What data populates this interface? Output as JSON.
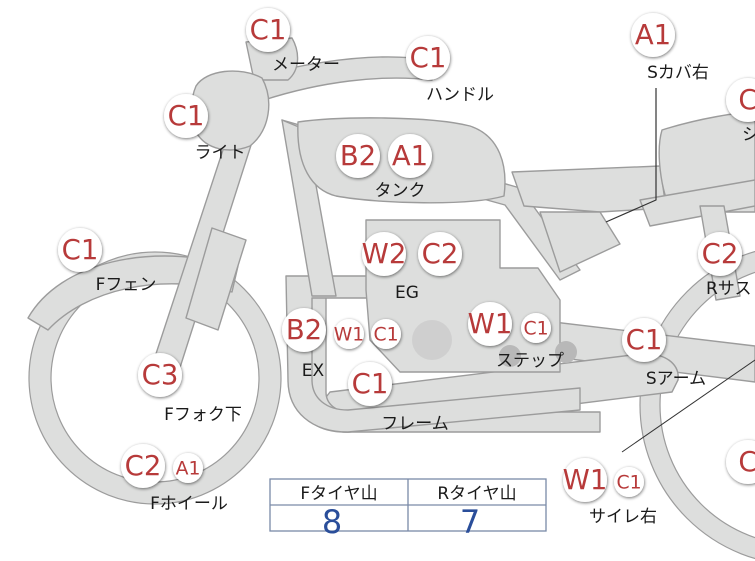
{
  "colors": {
    "part_fill": "#dddedd",
    "part_stroke": "#9c9c9c",
    "badge_text": "#b73a3a",
    "label_text": "#1a1a1a",
    "table_value": "#2a4e9a",
    "table_border": "#7a8aa8"
  },
  "parts": [
    {
      "id": "meter",
      "label": "メーター",
      "badges": [
        "C1"
      ]
    },
    {
      "id": "handle",
      "label": "ハンドル",
      "badges": [
        "C1"
      ]
    },
    {
      "id": "light",
      "label": "ライト",
      "badges": [
        "C1"
      ]
    },
    {
      "id": "tank",
      "label": "タンク",
      "badges": [
        "B2",
        "A1"
      ]
    },
    {
      "id": "s-cover-right",
      "label": "Sカバ右",
      "badges": [
        "A1"
      ]
    },
    {
      "id": "seat",
      "label": "シ",
      "badges": [
        "C"
      ]
    },
    {
      "id": "f-fender",
      "label": "Fフェン",
      "badges": [
        "C1"
      ]
    },
    {
      "id": "engine",
      "label": "EG",
      "badges": [
        "W2",
        "C2"
      ]
    },
    {
      "id": "r-suspension",
      "label": "Rサス",
      "badges": [
        "C2"
      ]
    },
    {
      "id": "exhaust",
      "label": "EX",
      "badges": [
        "B2",
        "W1",
        "C1"
      ]
    },
    {
      "id": "step",
      "label": "ステップ",
      "badges": [
        "W1",
        "C1"
      ]
    },
    {
      "id": "s-arm",
      "label": "Sアーム",
      "badges": [
        "C1"
      ]
    },
    {
      "id": "f-fork-lower",
      "label": "Fフォク下",
      "badges": [
        "C3"
      ]
    },
    {
      "id": "frame",
      "label": "フレーム",
      "badges": [
        "C1"
      ]
    },
    {
      "id": "f-wheel",
      "label": "Fホイール",
      "badges": [
        "C2",
        "A1"
      ]
    },
    {
      "id": "silencer-right",
      "label": "サイレ右",
      "badges": [
        "W1",
        "C1"
      ]
    },
    {
      "id": "r-wheel",
      "label": "",
      "badges": [
        "C"
      ]
    }
  ],
  "tread_table": {
    "headers": [
      "Fタイヤ山",
      "Rタイヤ山"
    ],
    "values": [
      "8",
      "7"
    ]
  }
}
